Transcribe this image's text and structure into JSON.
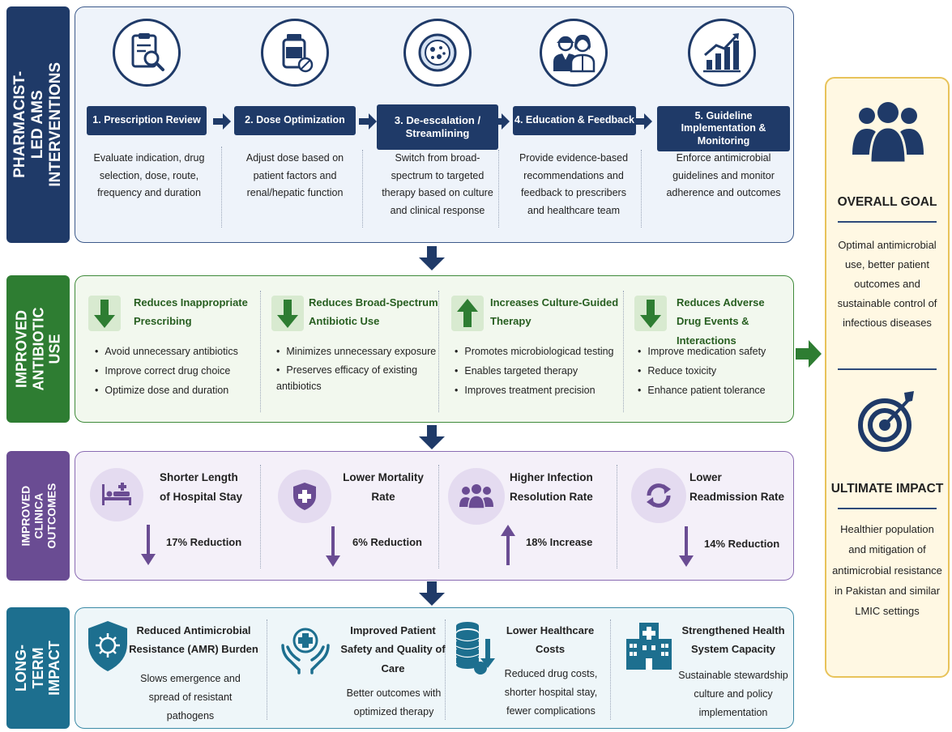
{
  "rows": {
    "interventions": "PHARMACIST-LED AMS INTERVENTIONS",
    "improved_use": "IMPROVED ANTIBIOTIC USE",
    "clinical": "IMPROVED CLINICA OUTCOMES",
    "longterm": "LONG-TERM IMPACT"
  },
  "steps": [
    {
      "title": "1. Prescription Review",
      "desc": "Evaluate indication, drug selection, dose, route, frequency and duration",
      "icon": "clipboard-search-icon"
    },
    {
      "title": "2. Dose Optimization",
      "desc": "Adjust dose based on patient factors and renal/hepatic function",
      "icon": "medicine-bottle-icon"
    },
    {
      "title": "3. De-escalation / Streamlining",
      "desc": "Switch from broad-spectrum to targeted therapy based on culture and clinical response",
      "icon": "petri-dish-icon"
    },
    {
      "title": "4. Education & Feedback",
      "desc": "Provide evidence-based recommendations and feedback to prescribers and healthcare team",
      "icon": "doctors-icon"
    },
    {
      "title": "5. Guideline Implementation & Monitoring",
      "desc": "Enforce antimicrobial guidelines and monitor adherence and outcomes",
      "icon": "growth-chart-icon"
    }
  ],
  "use": [
    {
      "title": "Reduces Inappropriate Prescribing",
      "dir": "down",
      "bullets": [
        "Avoid unnecessary antibiotics",
        "Improve correct drug choice",
        "Optimize dose and duration"
      ]
    },
    {
      "title": "Reduces Broad-Spectrum Antibiotic Use",
      "dir": "down",
      "bullets": [
        "Minimizes unnecessary exposure",
        "Preserves efficacy of existing antibiotics"
      ]
    },
    {
      "title": "Increases Culture-Guided Therapy",
      "dir": "up",
      "bullets": [
        "Promotes microbiologicad testing",
        "Enables targeted therapy",
        "Improves treatment precision"
      ]
    },
    {
      "title": "Reduces Adverse Drug Events & Interactions",
      "dir": "down",
      "bullets": [
        "Improve medication safety",
        "Reduce toxicity",
        "Enhance patient tolerance"
      ]
    }
  ],
  "outcomes": [
    {
      "title": "Shorter Length of Hospital Stay",
      "value": "17% Reduction",
      "dir": "down",
      "icon": "hospital-bed-icon"
    },
    {
      "title": "Lower Mortality Rate",
      "value": "6% Reduction",
      "dir": "down",
      "icon": "shield-cross-icon"
    },
    {
      "title": "Higher Infection Resolution Rate",
      "value": "18% Increase",
      "dir": "up",
      "icon": "people-group-icon"
    },
    {
      "title": "Lower Readmission Rate",
      "value": "14% Reduction",
      "dir": "down",
      "icon": "cycle-arrows-icon"
    }
  ],
  "impact": [
    {
      "title": "Reduced Antimicrobial Resistance (AMR) Burden",
      "desc": "Slows emergence and spread of resistant pathogens",
      "icon": "virus-shield-icon"
    },
    {
      "title": "Improved Patient Safety and Quality of Care",
      "desc": "Better outcomes with optimized therapy",
      "icon": "hands-cross-icon"
    },
    {
      "title": "Lower Healthcare Costs",
      "desc": "Reduced drug costs, shorter hospital stay, fewer complications",
      "icon": "coins-down-icon"
    },
    {
      "title": "Strengthened Health System Capacity",
      "desc": "Sustainable stewardship culture and policy implementation",
      "icon": "hospital-building-icon"
    }
  ],
  "goal": {
    "overall_title": "OVERALL GOAL",
    "overall_desc": "Optimal antimicrobial use, better patient outcomes and sustainable control of infectious diseases",
    "ultimate_title": "ULTIMATE IMPACT",
    "ultimate_desc": "Healthier population and mitigation of antimicrobial resistance in Pakistan and similar LMIC settings"
  },
  "colors": {
    "navy": "#1f3a68",
    "green": "#2e7d32",
    "purple": "#6a4c93",
    "teal": "#1d6f8f",
    "gold": "#e8c35a"
  }
}
